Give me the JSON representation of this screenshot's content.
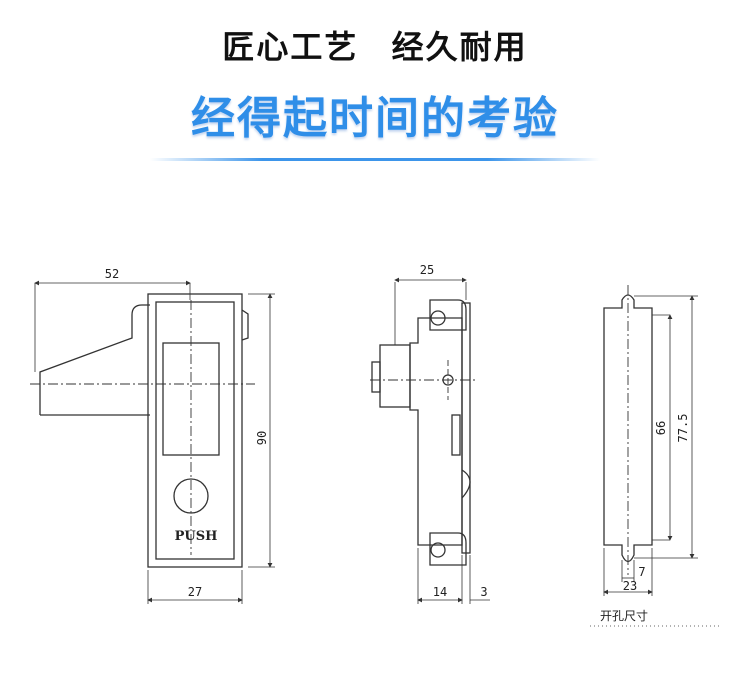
{
  "header": {
    "slogan": "匠心工艺   经久耐用",
    "headline": "经得起时间的考验"
  },
  "front_view": {
    "dim_width_top": "52",
    "dim_height": "90",
    "dim_width_bottom": "27",
    "button_label": "PUSH"
  },
  "side_view": {
    "dim_depth_top": "25",
    "dim_bottom_left": "14",
    "dim_bottom_right": "3"
  },
  "cutout_view": {
    "dim_inner_height": "66",
    "dim_outer_height": "77.5",
    "dim_slot_width": "7",
    "dim_width": "23",
    "caption": "开孔尺寸"
  },
  "colors": {
    "headline": "#2f8ee8",
    "divider": "#3d95ea",
    "line": "#333333"
  }
}
